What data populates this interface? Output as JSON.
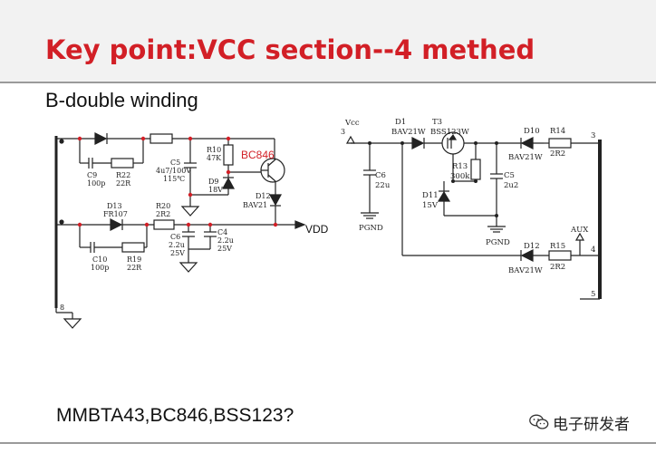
{
  "slide": {
    "title": "Key point:VCC section--4 methed",
    "subtitle": "B-double winding",
    "question": "MMBTA43,BC846,BSS123?"
  },
  "watermark": {
    "icon": "wechat-icon",
    "text": "电子研发者"
  },
  "left_circuit": {
    "labels": {
      "c9": "C9",
      "c9v": "100p",
      "r22": "R22",
      "r22v": "22R",
      "r10": "R10",
      "r10v": "47K",
      "c5": "C5",
      "c5v": "4u7/100V",
      "c5t": "115℃",
      "bc846": "BC846",
      "d9": "D9",
      "d9v": "18V",
      "d12": "D12",
      "d12v": "BAV21",
      "d13": "D13",
      "d13v": "FR107",
      "r20": "R20",
      "r20v": "2R2",
      "c6": "C6",
      "c6v": "2.2u",
      "c6r": "25V",
      "c4": "C4",
      "c4v": "2.2u",
      "c4r": "25V",
      "c10": "C10",
      "c10v": "100p",
      "r19": "R19",
      "r19v": "22R",
      "pin8": "8",
      "vdd": "VDD"
    }
  },
  "right_circuit": {
    "labels": {
      "vcc": "Vcc",
      "vcc_pin": "3",
      "d1": "D1",
      "d1v": "BAV21W",
      "t3": "T3",
      "t3v": "BSS123W",
      "d10": "D10",
      "d10v": "BAV21W",
      "r14": "R14",
      "r14v": "2R2",
      "c6": "C6",
      "c6v": "22u",
      "r13": "R13",
      "r13v": "300k",
      "c5": "C5",
      "c5v": "2u2",
      "d11": "D11",
      "d11v": "15V",
      "pgnd1": "PGND",
      "pgnd2": "PGND",
      "aux": "AUX",
      "d12": "D12",
      "d12v": "BAV21W",
      "r15": "R15",
      "r15v": "2R2",
      "pin3": "3",
      "pin4": "4",
      "pin5": "5"
    }
  }
}
